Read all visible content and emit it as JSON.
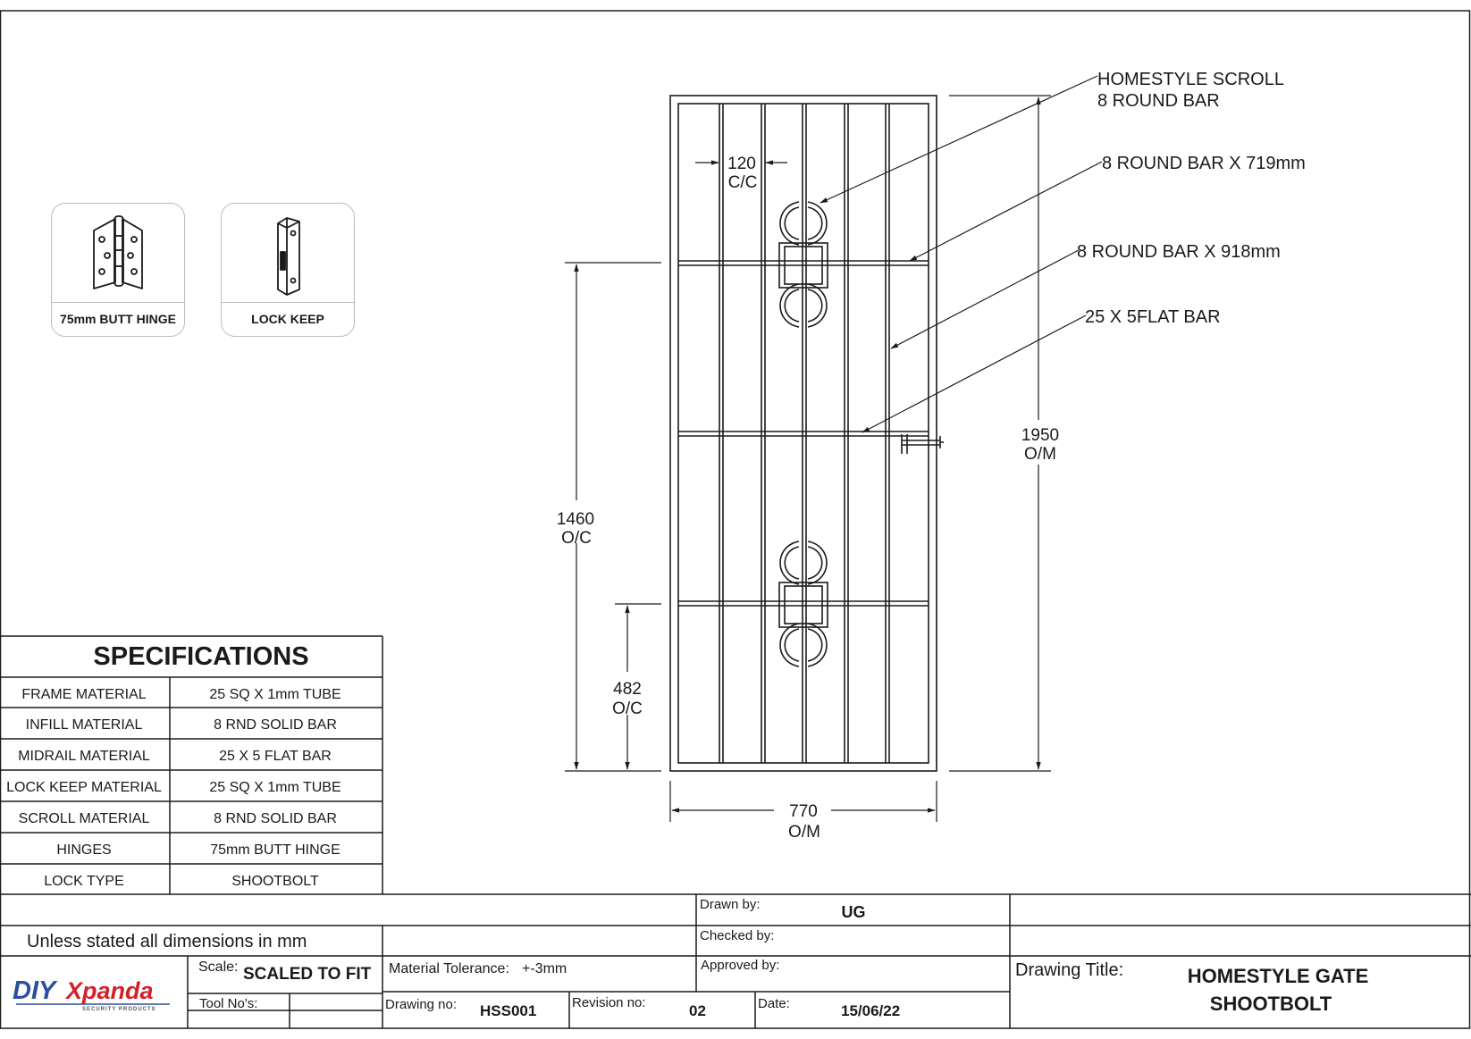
{
  "callouts": {
    "scroll_line1": "HOMESTYLE SCROLL",
    "scroll_line2": "8 ROUND BAR",
    "bar719": "8 ROUND BAR X 719mm",
    "bar918": "8 ROUND BAR X 918mm",
    "flatbar": "25 X 5FLAT BAR"
  },
  "dimensions": {
    "spacing_value": "120",
    "spacing_unit": "C/C",
    "height_value": "1950",
    "height_unit": "O/M",
    "midrail_value": "1460",
    "midrail_unit": "O/C",
    "lowrail_value": "482",
    "lowrail_unit": "O/C",
    "width_value": "770",
    "width_unit": "O/M"
  },
  "hardware": [
    {
      "label": "75mm BUTT HINGE",
      "icon": "butt-hinge-icon"
    },
    {
      "label": "LOCK KEEP",
      "icon": "lock-keep-icon"
    }
  ],
  "specifications": {
    "title": "SPECIFICATIONS",
    "rows": [
      {
        "name": "FRAME MATERIAL",
        "value": "25 SQ X 1mm TUBE"
      },
      {
        "name": "INFILL MATERIAL",
        "value": "8 RND SOLID BAR"
      },
      {
        "name": "MIDRAIL MATERIAL",
        "value": "25 X 5 FLAT BAR"
      },
      {
        "name": "LOCK KEEP MATERIAL",
        "value": "25 SQ X 1mm TUBE"
      },
      {
        "name": "SCROLL MATERIAL",
        "value": "8 RND SOLID BAR"
      },
      {
        "name": "HINGES",
        "value": "75mm BUTT HINGE"
      },
      {
        "name": "LOCK TYPE",
        "value": "SHOOTBOLT"
      }
    ]
  },
  "title_block": {
    "units_note": "Unless stated all dimensions in mm",
    "drawn_by_label": "Drawn by:",
    "drawn_by": "UG",
    "checked_by_label": "Checked by:",
    "approved_by_label": "Approved by:",
    "scale_label": "Scale:",
    "scale": "SCALED TO FIT",
    "material_tolerance_label": "Material Tolerance:",
    "material_tolerance": "+-3mm",
    "tool_no_label": "Tool No's:",
    "drawing_no_label": "Drawing no:",
    "drawing_no": "HSS001",
    "revision_no_label": "Revision no:",
    "revision_no": "02",
    "date_label": "Date:",
    "date": "15/06/22",
    "drawing_title_label": "Drawing Title:",
    "drawing_title_line1": "HOMESTYLE GATE",
    "drawing_title_line2": "SHOOTBOLT"
  },
  "logo": {
    "brand_part1": "DIY",
    "brand_part2": "Xpanda",
    "tagline": "SECURITY PRODUCTS",
    "colors": {
      "blue": "#2b4fa0",
      "red": "#d3202a"
    }
  }
}
